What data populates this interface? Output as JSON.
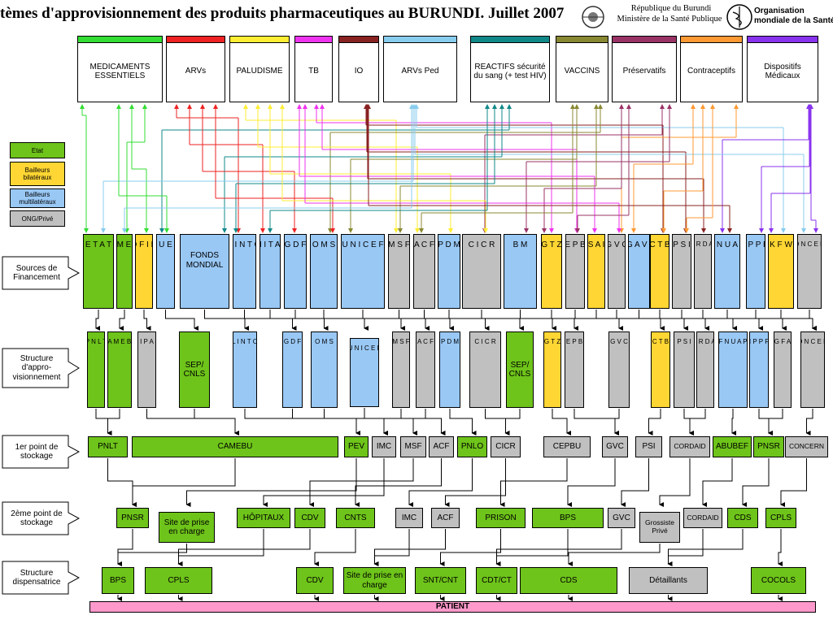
{
  "header": {
    "title": "tèmes d'approvisionnement des produits pharmaceutiques au BURUNDI. Juillet 2007",
    "republic_line1": "République du Burundi",
    "republic_line2": "Ministère de la Santé Publique",
    "who_line1": "Organisation",
    "who_line2": "mondiale de la Santé"
  },
  "legend": {
    "etat": "Etat",
    "bilat": "Bailleurs bilatéraux",
    "multi": "Bailleurs multilatéraux",
    "ong": "ONG/Privé"
  },
  "row_labels": {
    "sources": "Sources de Financement",
    "structure": "Structure d'appro-visionnement",
    "first": "1er point de stockage",
    "second": "2ème point de stockage",
    "disp": "Structure dispensatrice"
  },
  "products": [
    "MEDICAMENTS ESSENTIELS",
    "ARVs",
    "PALUDISME",
    "TB",
    "IO",
    "ARVs Ped",
    "REACTIFS sécurité du sang (+ test HIV)",
    "VACCINS",
    "Préservatifs",
    "Contraceptifs",
    "Dispositifs Médicaux"
  ],
  "product_colors": [
    "#33dd33",
    "#ee2222",
    "#ffee33",
    "#ee33ee",
    "#882222",
    "#88ccee",
    "#118888",
    "#888833",
    "#993366",
    "#ff9933",
    "#8833ee"
  ],
  "sources": [
    "E T A T",
    "C A M E B U",
    "D F I D",
    "U E",
    "FONDS MONDIAL",
    "C L I N T O N",
    "U N I T A I D",
    "G D F",
    "O M S",
    "U N I C E F",
    "M S F",
    "A C F",
    "P D M",
    "C I C R",
    "B M",
    "G T Z",
    "C E P B U",
    "U S A I D",
    "G V C",
    "G A V I",
    "C T B",
    "P S I",
    "C O R D A I D",
    "F N U A P",
    "I P P F",
    "K F W",
    "C O N C E R N"
  ],
  "structures": [
    "P N L T",
    "C A M E B U",
    "I P A",
    "SEP/ CNLS",
    "C L I N T O N",
    "G D F",
    "O M S",
    "U N I C E F",
    "M S F",
    "A C F",
    "P D M",
    "C I C R",
    "SEP/ CNLS",
    "G T Z",
    "C E P B U",
    "G V C",
    "C T B",
    "P S I",
    "C O R D A I D",
    "F N U A P",
    "I P P F",
    "G F A",
    "C O N C E R N"
  ],
  "first_storage": [
    "PNLT",
    "CAMEBU",
    "PEV",
    "IMC",
    "MSF",
    "ACF",
    "PNLO",
    "CICR",
    "CEPBU",
    "GVC",
    "PSI",
    "CORDAID",
    "ABUBEF",
    "PNSR",
    "CONCERN"
  ],
  "second_storage": [
    "PNSR",
    "Site de prise en charge",
    "HÔPITAUX",
    "CDV",
    "CNTS",
    "IMC",
    "ACF",
    "PRISON",
    "BPS",
    "GVC",
    "Grossiste Privé",
    "CORDAID",
    "CDS",
    "CPLS"
  ],
  "dispensing": [
    "BPS",
    "CPLS",
    "CDV",
    "Site de prise en charge",
    "SNT/CNT",
    "CDT/CT",
    "CDS",
    "Détaillants",
    "COCOLS"
  ],
  "patient": "PATIENT"
}
